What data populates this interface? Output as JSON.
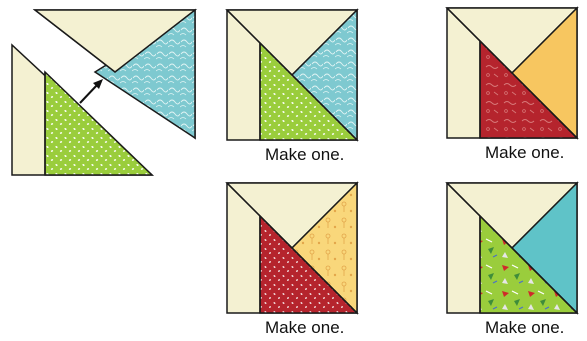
{
  "captions": {
    "block_top_middle": "Make one.",
    "block_top_right": "Make one.",
    "block_bottom_middle": "Make one.",
    "block_bottom_right": "Make one."
  },
  "colors": {
    "cream": "#f4f1d2",
    "lime": "#9acd3c",
    "aqua": "#7ec9d0",
    "aqua_solid": "#5fc3c8",
    "red": "#b5242d",
    "yellow_print": "#f9d77b",
    "orange": "#f7c660",
    "lime_print": "#9acd3c",
    "outline": "#1a1a1a"
  },
  "icons": {
    "arrow": "arrow-up-right-icon"
  }
}
